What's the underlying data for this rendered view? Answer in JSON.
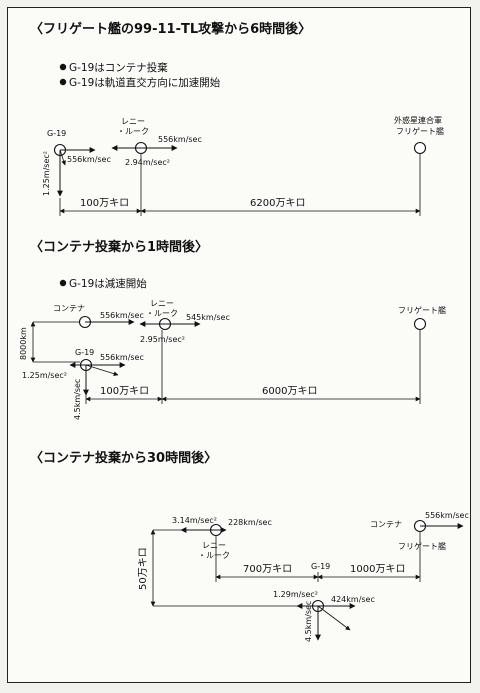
{
  "sections": [
    {
      "heading": "〈フリゲート艦の99-11-TL攻撃から6時間後〉",
      "bullets": [
        "G-19はコンテナ投棄",
        "G-19は軌道直交方向に加速開始"
      ],
      "objects": [
        {
          "name": "G-19",
          "velocity": "556km/sec",
          "accel": "1.25m/sec²"
        },
        {
          "name_lines": [
            "レニー",
            "・ルーク"
          ],
          "velocity": "556km/sec",
          "accel": "2.94m/sec²"
        },
        {
          "name_lines": [
            "外惑星連合軍",
            "フリゲート艦"
          ]
        }
      ],
      "distances": [
        "100万キロ",
        "6200万キロ"
      ]
    },
    {
      "heading": "〈コンテナ投棄から1時間後〉",
      "bullets": [
        "G-19は減速開始"
      ],
      "objects": [
        {
          "name": "コンテナ",
          "velocity": "556km/sec"
        },
        {
          "name_lines": [
            "レニー",
            "・ルーク"
          ],
          "velocity": "545km/sec",
          "accel": "2.95m/sec²"
        },
        {
          "name": "G-19",
          "velocity": "556km/sec",
          "accel": "1.25m/sec²",
          "vertical_speed": "4.5km/sec"
        },
        {
          "name": "フリゲート艦"
        }
      ],
      "offset": "8000km",
      "distances": [
        "100万キロ",
        "6000万キロ"
      ]
    },
    {
      "heading": "〈コンテナ投棄から30時間後〉",
      "objects": [
        {
          "name_lines": [
            "レニー",
            "・ルーク"
          ],
          "velocity": "228km/sec",
          "accel": "3.14m/sec²"
        },
        {
          "name": "コンテナ",
          "velocity": "556km/sec"
        },
        {
          "name": "フリゲート艦"
        },
        {
          "name": "G-19",
          "velocity": "424km/sec",
          "accel": "1.29m/sec²",
          "vertical_speed": "4.5km/sec"
        }
      ],
      "offset": "50万キロ",
      "distances": [
        "700万キロ",
        "1000万キロ"
      ]
    }
  ]
}
